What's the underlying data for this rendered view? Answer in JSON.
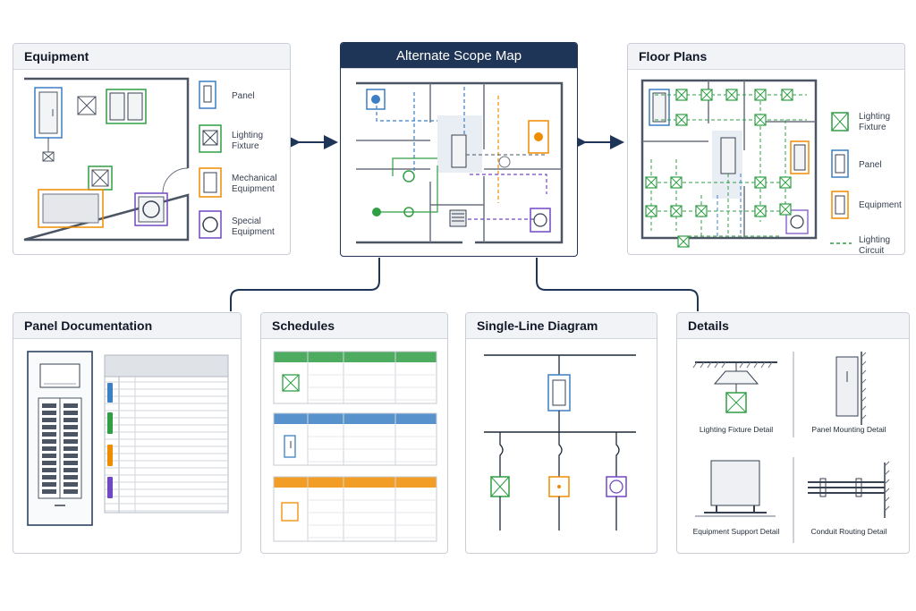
{
  "panels": {
    "equipment": {
      "title": "Equipment",
      "legend": [
        {
          "label_1": "Panel",
          "label_2": "",
          "color": "#3b7fc4",
          "icon": "panel-icon"
        },
        {
          "label_1": "Lighting",
          "label_2": "Fixture",
          "color": "#2f9e44",
          "icon": "lighting-fixture-icon"
        },
        {
          "label_1": "Mechanical",
          "label_2": "Equipment",
          "color": "#f08c00",
          "icon": "mechanical-equipment-icon"
        },
        {
          "label_1": "Special",
          "label_2": "Equipment",
          "color": "#7048c4",
          "icon": "special-equipment-icon"
        }
      ]
    },
    "scope_map": {
      "title": "Alternate Scope Map"
    },
    "floor_plans": {
      "title": "Floor Plans",
      "legend": [
        {
          "label_1": "Lighting",
          "label_2": "Fixture",
          "color": "#2f9e44",
          "icon": "lighting-fixture-icon"
        },
        {
          "label_1": "Panel",
          "label_2": "",
          "color": "#3b7fc4",
          "icon": "panel-icon"
        },
        {
          "label_1": "Equipment",
          "label_2": "",
          "color": "#f08c00",
          "icon": "equipment-icon"
        },
        {
          "label_1": "Lighting",
          "label_2": "Circuit",
          "color": "#2f9e44",
          "icon": "lighting-circuit-icon"
        }
      ]
    },
    "panel_documentation": {
      "title": "Panel Documentation"
    },
    "schedules": {
      "title": "Schedules"
    },
    "single_line": {
      "title": "Single-Line Diagram"
    },
    "details": {
      "title": "Details",
      "captions": [
        "Lighting Fixture Detail",
        "Panel Mounting Detail",
        "Equipment Support Detail",
        "Conduit Routing Detail"
      ]
    }
  },
  "colors": {
    "blue": "#3b7fc4",
    "green": "#2f9e44",
    "orange": "#f08c00",
    "purple": "#7048c4",
    "navy": "#1f3557"
  }
}
